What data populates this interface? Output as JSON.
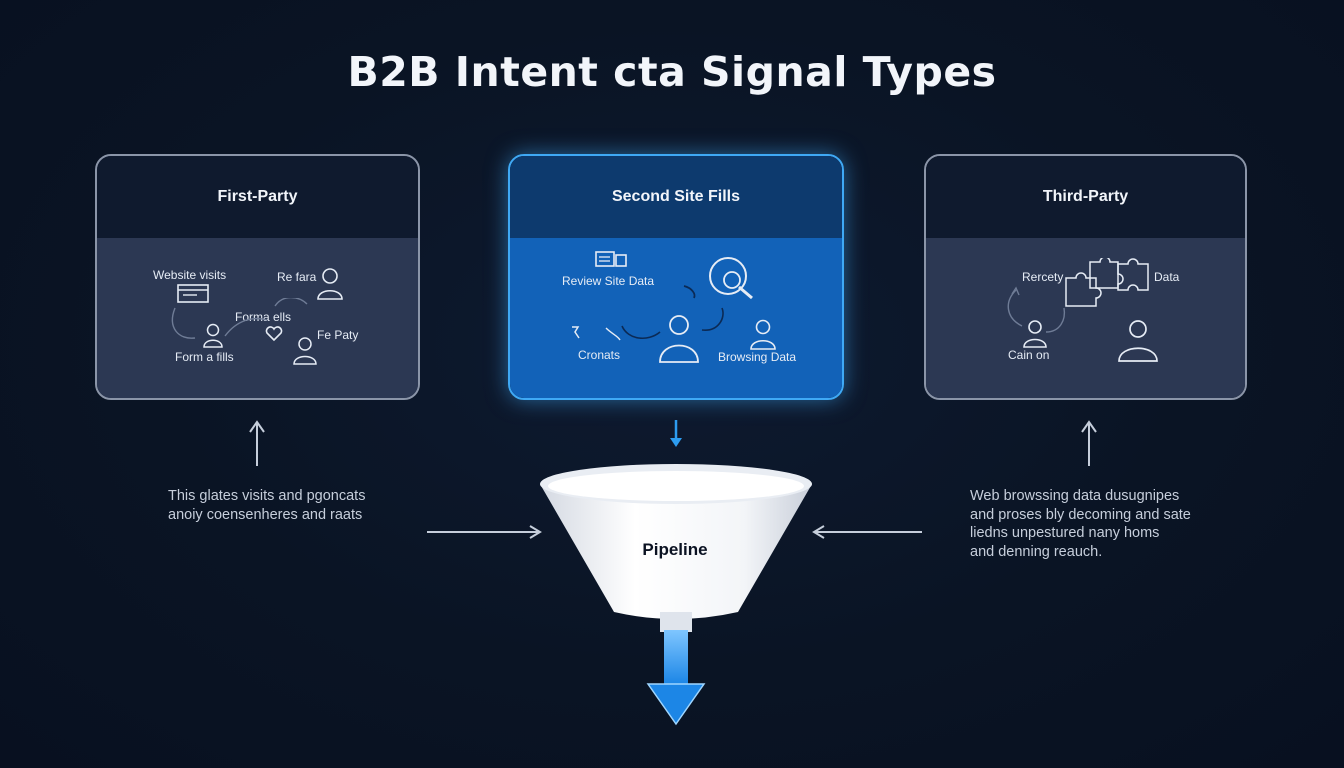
{
  "title": "B2B Intent cta Signal Types",
  "cards": [
    {
      "header": "First-Party",
      "labels": [
        "Website visits",
        "Re fara",
        "Forma ells",
        "Fe Paty",
        "Form a fills"
      ],
      "caption": [
        "This glates visits and pgoncats",
        "anoiy coensenheres and raats"
      ]
    },
    {
      "header": "Second Site Fills",
      "labels": [
        "Review Site Data",
        "Cronats",
        "Browsing Data"
      ]
    },
    {
      "header": "Third-Party",
      "labels": [
        "Rercety",
        "Data",
        "Cain on"
      ],
      "caption": [
        "Web browssing data dusugnipes",
        "and proses bly decoming and sate",
        "liedns unpestured nany homs",
        "and denning reauch."
      ]
    }
  ],
  "funnel": {
    "label": "Pipeline"
  },
  "colors": {
    "background": "#0a1424",
    "card_panel": "#2c3853",
    "highlight_blue": "#1262b8",
    "accent_glow": "#3fa9f5",
    "arrow_blue": "#2d9cf0"
  }
}
